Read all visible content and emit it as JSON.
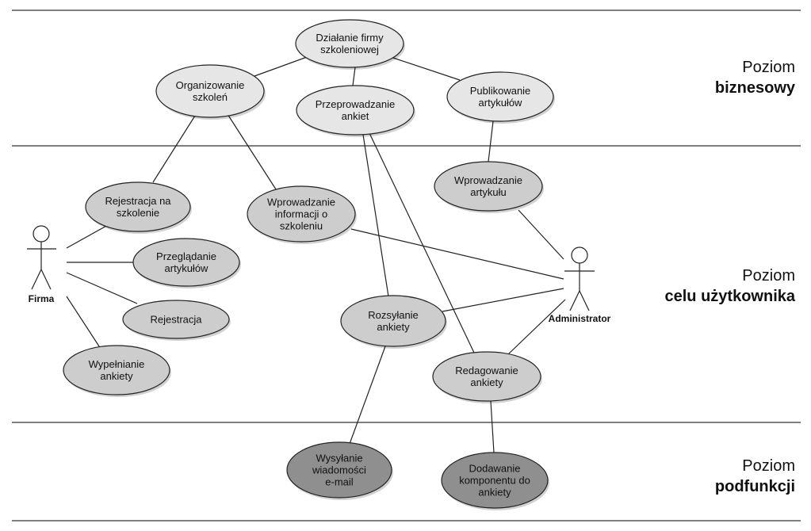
{
  "levels": [
    {
      "id": "business",
      "title": "Poziom",
      "name": "biznesowy"
    },
    {
      "id": "user-goal",
      "title": "Poziom",
      "name": "celu użytkownika"
    },
    {
      "id": "subfunction",
      "title": "Poziom",
      "name": "podfunkcji"
    }
  ],
  "actors": {
    "firma": {
      "label": "Firma"
    },
    "administrator": {
      "label": "Administrator"
    }
  },
  "use_cases": {
    "dzialanie": {
      "lines": [
        "Działanie firmy",
        "szkoleniowej"
      ],
      "level": "business"
    },
    "organizowanie": {
      "lines": [
        "Organizowanie",
        "szkoleń"
      ],
      "level": "business"
    },
    "przeprowadzanie": {
      "lines": [
        "Przeprowadzanie",
        "ankiet"
      ],
      "level": "business"
    },
    "publikowanie": {
      "lines": [
        "Publikowanie",
        "artykułów"
      ],
      "level": "business"
    },
    "rejestracja_szk": {
      "lines": [
        "Rejestracja na",
        "szkolenie"
      ],
      "level": "user-goal"
    },
    "wprowadzanie_info": {
      "lines": [
        "Wprowadzanie",
        "informacji o",
        "szkoleniu"
      ],
      "level": "user-goal"
    },
    "wprowadzanie_art": {
      "lines": [
        "Wprowadzanie",
        "artykułu"
      ],
      "level": "user-goal"
    },
    "przegladanie": {
      "lines": [
        "Przeglądanie",
        "artykułów"
      ],
      "level": "user-goal"
    },
    "rejestracja": {
      "lines": [
        "Rejestracja"
      ],
      "level": "user-goal"
    },
    "wypelnianie": {
      "lines": [
        "Wypełnianie",
        "ankiety"
      ],
      "level": "user-goal"
    },
    "rozsylanie": {
      "lines": [
        "Rozsyłanie",
        "ankiety"
      ],
      "level": "user-goal"
    },
    "redagowanie": {
      "lines": [
        "Redagowanie",
        "ankiety"
      ],
      "level": "user-goal"
    },
    "wysylanie": {
      "lines": [
        "Wysyłanie",
        "wiadomości",
        "e-mail"
      ],
      "level": "subfunction"
    },
    "dodawanie": {
      "lines": [
        "Dodawanie",
        "komponentu do",
        "ankiety"
      ],
      "level": "subfunction"
    }
  },
  "colors": {
    "business": "#e6e6e6",
    "user-goal": "#cdcdcd",
    "subfunction": "#8f8f8f",
    "stroke": "#222222"
  }
}
